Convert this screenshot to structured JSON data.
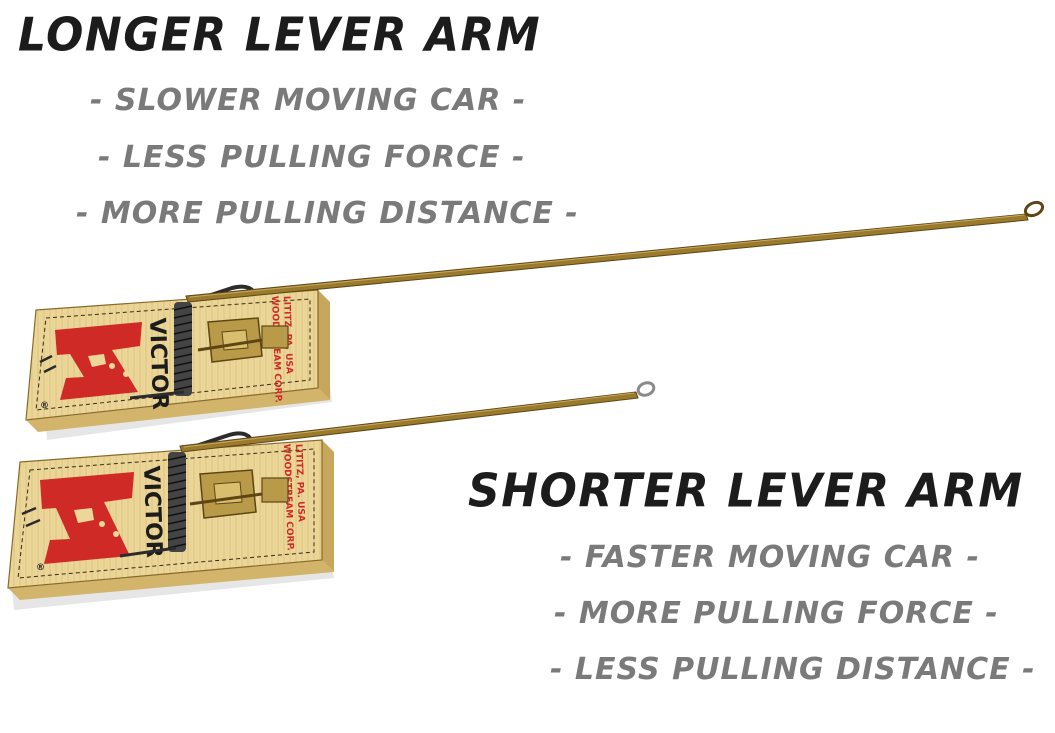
{
  "longer": {
    "title": "LONGER LEVER ARM",
    "bullets": [
      "- SLOWER MOVING CAR -",
      "- LESS PULLING FORCE -",
      "- MORE PULLING DISTANCE -"
    ]
  },
  "shorter": {
    "title": "SHORTER LEVER ARM",
    "bullets": [
      "- FASTER MOVING CAR -",
      "- MORE PULLING FORCE -",
      "- LESS PULLING DISTANCE -"
    ]
  },
  "trap": {
    "brand": "VICTOR",
    "maker_line1": "WOODSTREAM CORP.",
    "maker_line2": "LITITZ, PA. USA",
    "registered_mark": "®"
  },
  "colors": {
    "wood": "#ecd79a",
    "wood_side": "#d2b46a",
    "logo_red": "#cf2a26",
    "arm": "#9a7a2c",
    "arm_dark": "#5e4614",
    "spring": "#2c2c2c",
    "metal": "#b89a48"
  }
}
